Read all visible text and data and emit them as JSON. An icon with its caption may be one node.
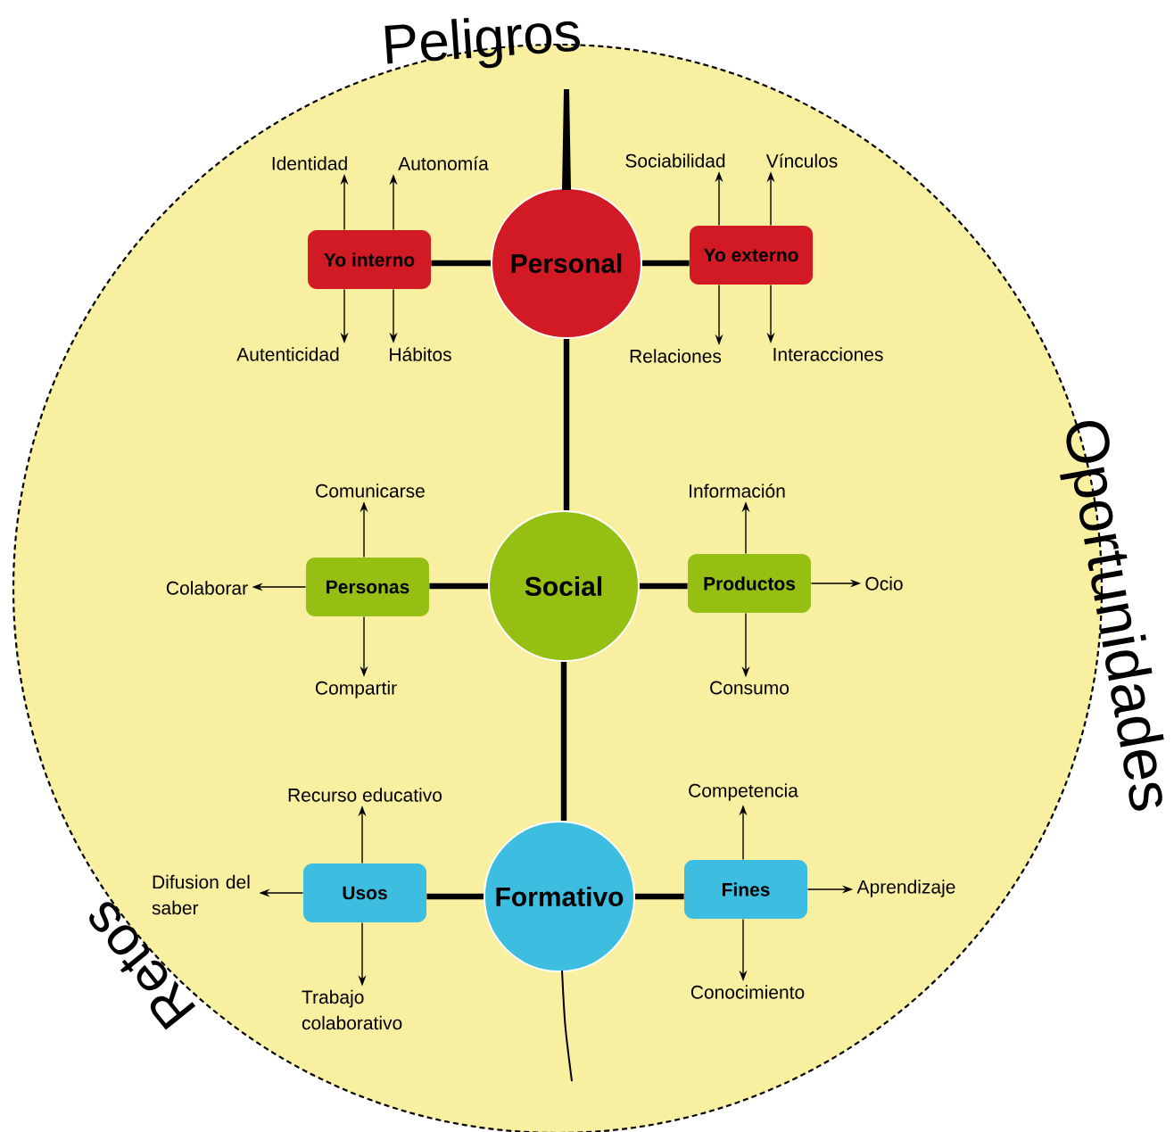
{
  "diagram": {
    "nodes": [
      {
        "text": [
          "Personal"
        ]
      },
      {
        "text": [
          "Yo interno"
        ]
      },
      {
        "text": [
          "Yo externo"
        ]
      },
      {
        "text": [
          "Identidad"
        ]
      },
      {
        "text": [
          "Autonomía"
        ]
      },
      {
        "text": [
          "Autenticidad"
        ]
      },
      {
        "text": [
          "Hábitos"
        ]
      },
      {
        "text": [
          "Sociabilidad"
        ]
      },
      {
        "text": [
          "Vínculos"
        ]
      },
      {
        "text": [
          "Relaciones"
        ]
      },
      {
        "text": [
          "Interacciones"
        ]
      },
      {
        "text": [
          "Social"
        ]
      },
      {
        "text": [
          "Personas"
        ]
      },
      {
        "text": [
          "Productos"
        ]
      },
      {
        "text": [
          "Comunicarse"
        ]
      },
      {
        "text": [
          "Colaborar"
        ]
      },
      {
        "text": [
          "Compartir"
        ]
      },
      {
        "text": [
          "Información"
        ]
      },
      {
        "text": [
          "Ocio"
        ]
      },
      {
        "text": [
          "Consumo"
        ]
      },
      {
        "text": [
          "Formativo"
        ]
      },
      {
        "text": [
          "Usos"
        ]
      },
      {
        "text": [
          "Fines"
        ]
      },
      {
        "text": [
          "Recurso educativo"
        ]
      },
      {
        "text": [
          "Difusion del saber"
        ]
      },
      {
        "text": [
          "Trabajo colaborativo"
        ]
      },
      {
        "text": [
          "Competencia"
        ]
      },
      {
        "text": [
          "Aprendizaje"
        ]
      },
      {
        "text": [
          "Conocimiento"
        ]
      }
    ],
    "edges": [
      {
        "from": 0,
        "to": 1,
        "arrow": "none",
        "style": "thick"
      },
      {
        "from": 0,
        "to": 2,
        "arrow": "none",
        "style": "thick"
      },
      {
        "from": 1,
        "to": 3,
        "arrow": "to"
      },
      {
        "from": 1,
        "to": 4,
        "arrow": "to"
      },
      {
        "from": 1,
        "to": 5,
        "arrow": "to"
      },
      {
        "from": 1,
        "to": 6,
        "arrow": "to"
      },
      {
        "from": 2,
        "to": 7,
        "arrow": "to"
      },
      {
        "from": 2,
        "to": 8,
        "arrow": "to"
      },
      {
        "from": 2,
        "to": 9,
        "arrow": "to"
      },
      {
        "from": 2,
        "to": 10,
        "arrow": "to"
      },
      {
        "from": 0,
        "to": 11,
        "arrow": "none",
        "style": "thick"
      },
      {
        "from": 11,
        "to": 12,
        "arrow": "none",
        "style": "thick"
      },
      {
        "from": 11,
        "to": 13,
        "arrow": "none",
        "style": "thick"
      },
      {
        "from": 12,
        "to": 14,
        "arrow": "to"
      },
      {
        "from": 12,
        "to": 15,
        "arrow": "to"
      },
      {
        "from": 12,
        "to": 16,
        "arrow": "to"
      },
      {
        "from": 13,
        "to": 17,
        "arrow": "to"
      },
      {
        "from": 13,
        "to": 18,
        "arrow": "to"
      },
      {
        "from": 13,
        "to": 19,
        "arrow": "to"
      },
      {
        "from": 11,
        "to": 20,
        "arrow": "none",
        "style": "thick"
      },
      {
        "from": 20,
        "to": 21,
        "arrow": "none",
        "style": "thick"
      },
      {
        "from": 20,
        "to": 22,
        "arrow": "none",
        "style": "thick"
      },
      {
        "from": 21,
        "to": 23,
        "arrow": "to"
      },
      {
        "from": 21,
        "to": 24,
        "arrow": "to"
      },
      {
        "from": 21,
        "to": 25,
        "arrow": "to"
      },
      {
        "from": 22,
        "to": 26,
        "arrow": "to"
      },
      {
        "from": 22,
        "to": 27,
        "arrow": "to"
      },
      {
        "from": 22,
        "to": 28,
        "arrow": "to"
      }
    ],
    "labels": [
      "Peligros",
      "Oportunidades",
      "Retos"
    ]
  }
}
